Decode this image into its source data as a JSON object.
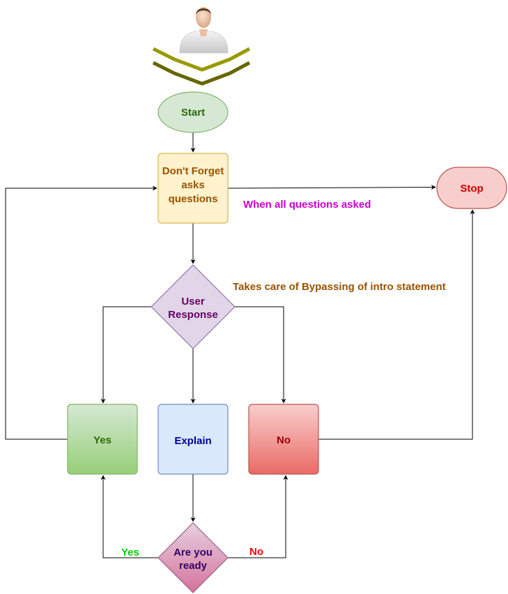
{
  "diagram": {
    "nodes": {
      "start": "Start",
      "ask_questions": [
        "Don't Forget",
        "asks",
        "questions"
      ],
      "stop": "Stop",
      "user_response": [
        "User",
        "Response"
      ],
      "yes_box": "Yes",
      "explain_box": "Explain",
      "no_box": "No",
      "ready": [
        "Are you",
        "ready"
      ]
    },
    "annotations": {
      "all_asked": "When all questions asked",
      "bypassing": "Takes care of Bypassing of intro statement"
    },
    "edge_labels": {
      "ready_yes": "Yes",
      "ready_no": "No"
    },
    "icons": {
      "user": "user-avatar-icon",
      "waves": "signal-waves-icon"
    },
    "colors": {
      "start_fill": "#d5e8d4",
      "start_stroke": "#82b366",
      "start_text": "#2d6a0a",
      "ask_fill": "#fff2cc",
      "ask_stroke": "#d6b656",
      "ask_text": "#995200",
      "stop_fill": "#f8cecc",
      "stop_stroke": "#b85450",
      "stop_text": "#cc0000",
      "response_fill": "#e1d5e7",
      "response_stroke": "#9673a6",
      "response_text": "#660066",
      "yes_text": "#2d6a0a",
      "explain_fill": "#dae8fc",
      "explain_stroke": "#6c8ebf",
      "explain_text": "#000099",
      "no_text": "#990000",
      "ready_text": "#330066",
      "all_asked_text": "#cc00cc",
      "bypassing_text": "#995200",
      "edge_yes_text": "#00cc00",
      "edge_no_text": "#ff0000",
      "wave_top": "#999900",
      "wave_bottom": "#666600"
    }
  }
}
